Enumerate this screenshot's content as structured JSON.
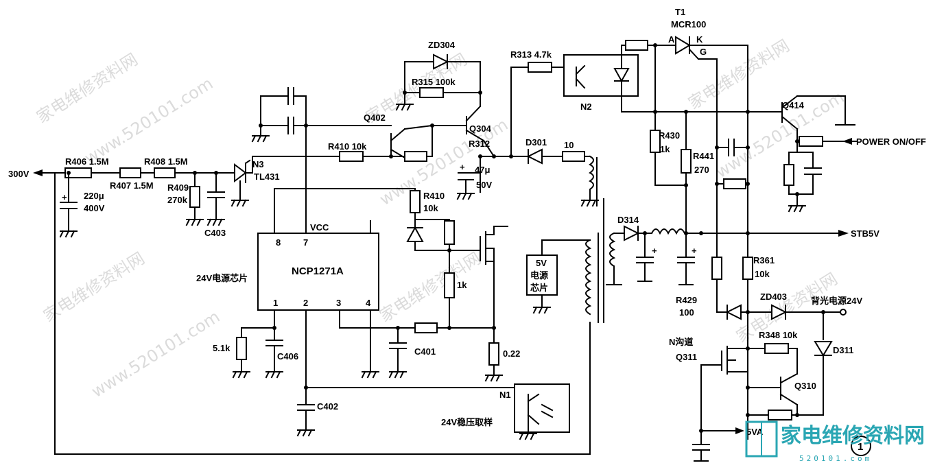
{
  "labels": {
    "in300v": "300V",
    "r406": "R406 1.5M",
    "r407": "R407 1.5M",
    "r408": "R408 1.5M",
    "c220_val": "220μ",
    "c220_v": "400V",
    "r409": "R409",
    "r409_val": "270k",
    "c403": "C403",
    "n3": "N3",
    "tl431": "TL431",
    "r410a": "R410 10k",
    "q402": "Q402",
    "q304": "Q304",
    "r312": "R312",
    "zd304": "ZD304",
    "r315": "R315 100k",
    "r313": "R313 4.7k",
    "n2": "N2",
    "t1": "T1",
    "mcr100": "MCR100",
    "pin_a": "A",
    "pin_k": "K",
    "pin_g": "G",
    "d301": "D301",
    "ten": "10",
    "c47_val": "47μ",
    "c47_v": "50V",
    "r410b": "R410",
    "r410b_val": "10k",
    "vcc": "VCC",
    "pin8": "8",
    "pin7": "7",
    "pin1": "1",
    "pin2": "2",
    "pin3": "3",
    "pin4": "4",
    "chip": "NCP1271A",
    "chip24": "24V电源芯片",
    "r1k": "1k",
    "r51k": "5.1k",
    "c406": "C406",
    "c401": "C401",
    "r022": "0.22",
    "c402": "C402",
    "n1": "N1",
    "sample24": "24V稳压取样",
    "chip5_l1": "5V",
    "chip5_l2": "电源",
    "chip5_l3": "芯片",
    "d314": "D314",
    "stb5v": "STB5V",
    "r430": "R430",
    "r430_val": "1k",
    "r441": "R441",
    "r441_val": "270",
    "q414": "Q414",
    "power": "POWER ON/OFF",
    "r361": "R361",
    "r361_val": "10k",
    "r429": "R429",
    "r429_val": "100",
    "zd403": "ZD403",
    "bl24": "背光电源24V",
    "nch": "N沟道",
    "q311": "Q311",
    "r348": "R348 10k",
    "d311": "D311",
    "q310": "Q310",
    "v5va": "5VA",
    "circle1": "1"
  },
  "watermark": {
    "text": "家电维修资料网",
    "url": "www.520101.com"
  },
  "logo": {
    "title": "家电维修资料网",
    "url": "520101.com",
    "color": "#2aa6b3"
  }
}
